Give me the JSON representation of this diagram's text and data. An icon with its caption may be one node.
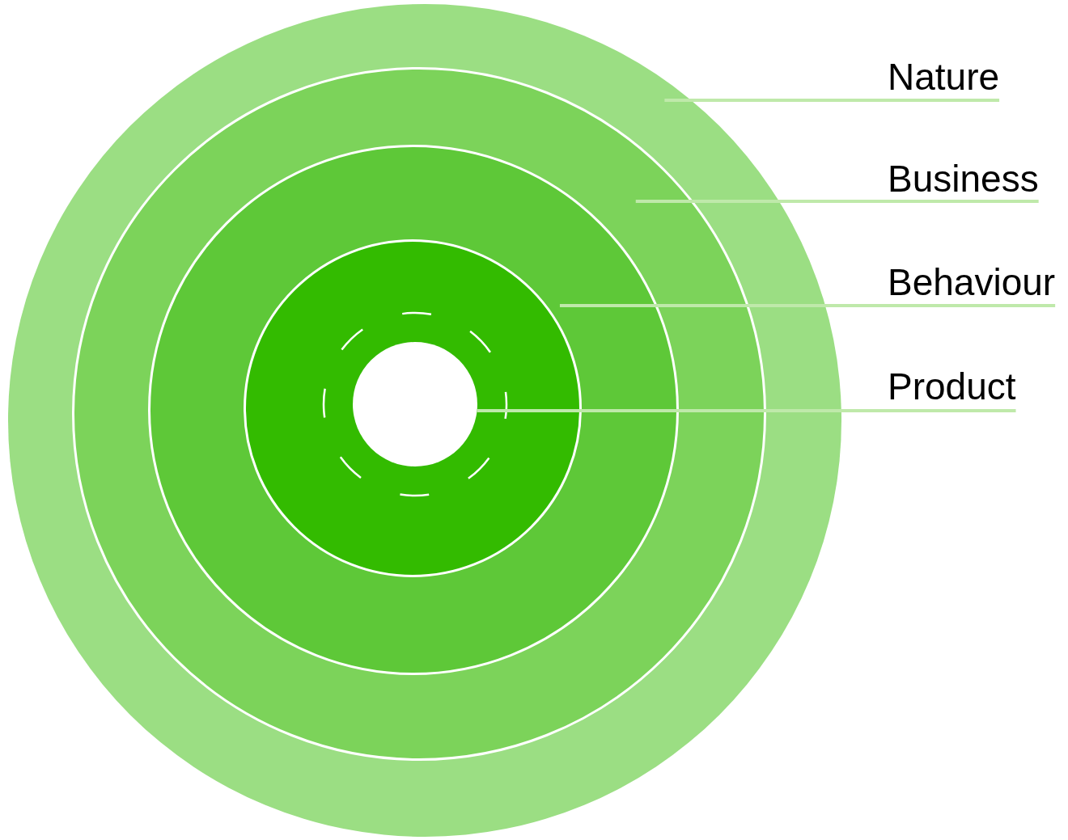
{
  "diagram": {
    "nodes": [
      {
        "text": [],
        "shape": "circle"
      },
      {
        "text": [],
        "shape": "circle",
        "in": 0
      },
      {
        "text": [],
        "shape": "circle",
        "in": 1
      },
      {
        "text": [],
        "shape": "circle",
        "in": 2
      },
      {
        "text": [],
        "shape": "circle",
        "in": 3
      },
      {
        "text": [
          "Nature"
        ]
      },
      {
        "text": [
          "Business"
        ]
      },
      {
        "text": [
          "Behaviour"
        ]
      },
      {
        "text": [
          "Product"
        ]
      }
    ],
    "edges": [
      {
        "from": 5,
        "to": 0,
        "arrow": "none"
      },
      {
        "from": 6,
        "to": 1,
        "arrow": "none"
      },
      {
        "from": 7,
        "to": 2,
        "arrow": "none"
      },
      {
        "from": 8,
        "to": 4,
        "arrow": "none"
      }
    ]
  }
}
